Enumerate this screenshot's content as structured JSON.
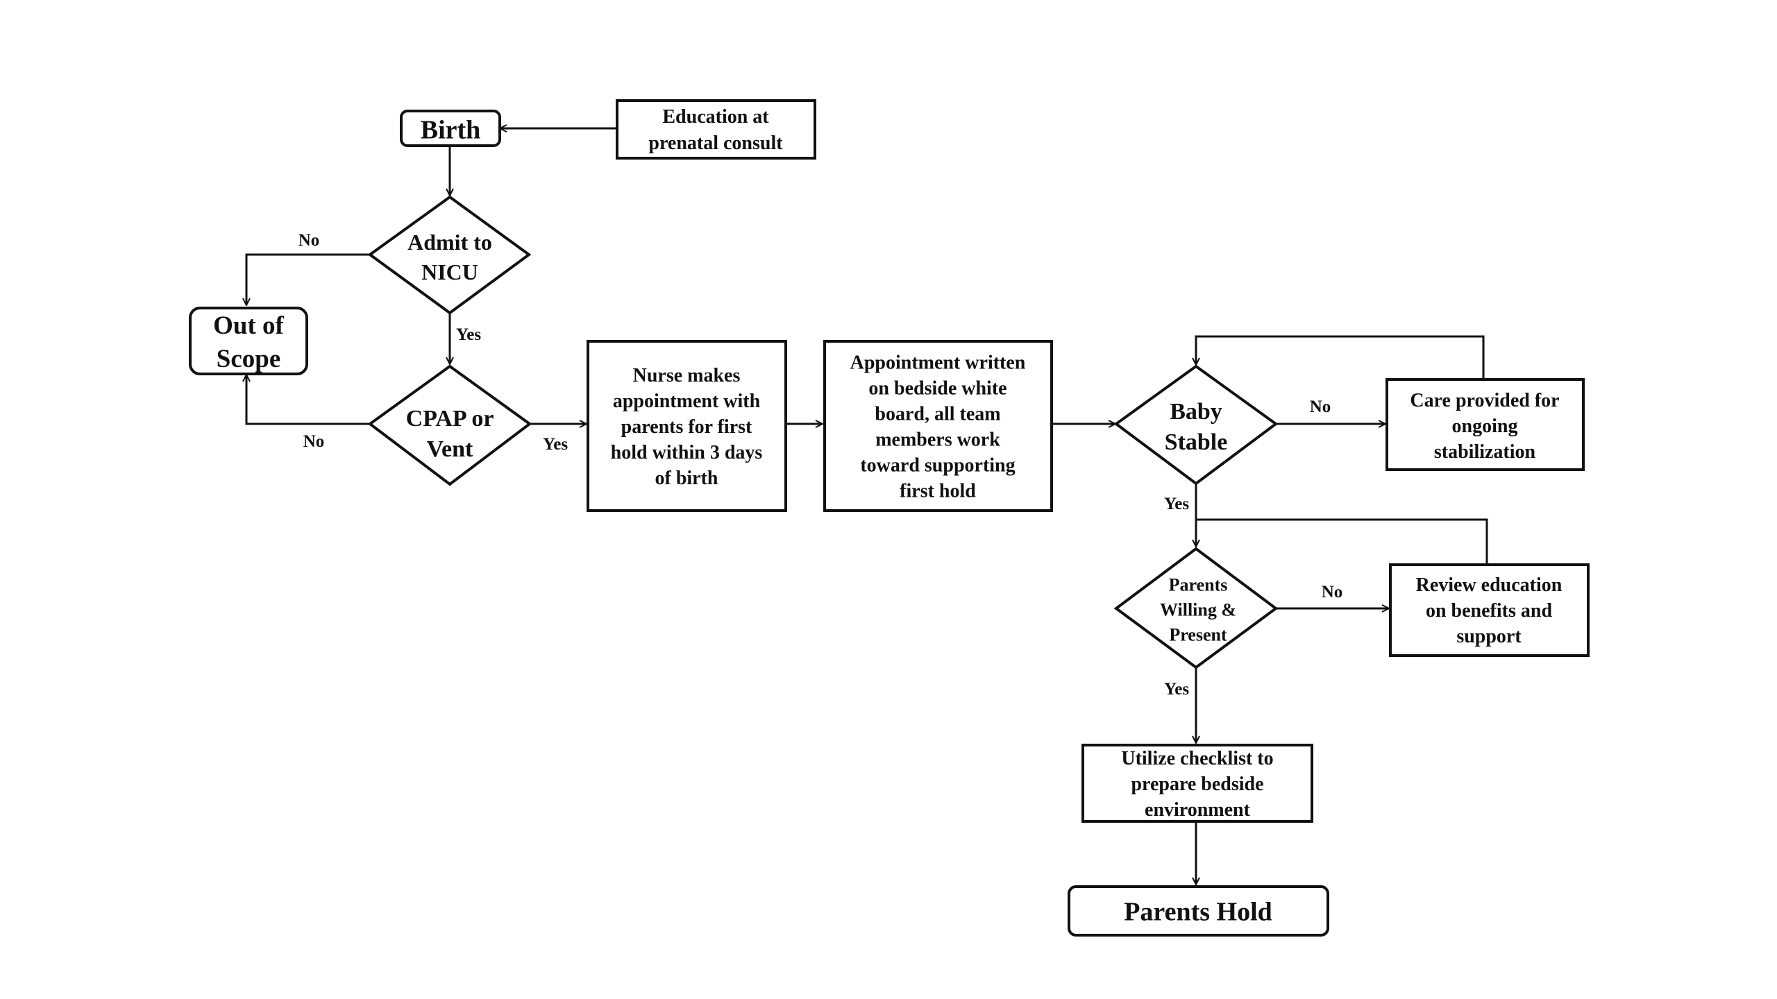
{
  "diagram": {
    "nodes": {
      "birth": {
        "lines": [
          "Birth"
        ]
      },
      "education": {
        "lines": [
          "Education at",
          "prenatal consult"
        ]
      },
      "admit": {
        "lines": [
          "Admit to",
          "NICU"
        ]
      },
      "out_of_scope": {
        "lines": [
          "Out of",
          "Scope"
        ]
      },
      "cpap": {
        "lines": [
          "CPAP or",
          "Vent"
        ]
      },
      "nurse": {
        "lines": [
          "Nurse makes",
          "appointment with",
          "parents for first",
          "hold within 3 days",
          "of birth"
        ]
      },
      "appointment": {
        "lines": [
          "Appointment written",
          "on bedside white",
          "board, all team",
          "members work",
          "toward supporting",
          "first hold"
        ]
      },
      "baby_stable": {
        "lines": [
          "Baby",
          "Stable"
        ]
      },
      "care": {
        "lines": [
          "Care provided for",
          "ongoing",
          "stabilization"
        ]
      },
      "parents_willing": {
        "lines": [
          "Parents",
          "Willing &",
          "Present"
        ]
      },
      "review": {
        "lines": [
          "Review education",
          "on benefits and",
          "support"
        ]
      },
      "checklist": {
        "lines": [
          "Utilize checklist to",
          "prepare bedside",
          "environment"
        ]
      },
      "parents_hold": {
        "lines": [
          "Parents Hold"
        ]
      }
    },
    "edge_labels": {
      "admit_no": "No",
      "admit_yes": "Yes",
      "cpap_no": "No",
      "cpap_yes": "Yes",
      "stable_no": "No",
      "stable_yes": "Yes",
      "willing_no": "No",
      "willing_yes": "Yes"
    }
  }
}
